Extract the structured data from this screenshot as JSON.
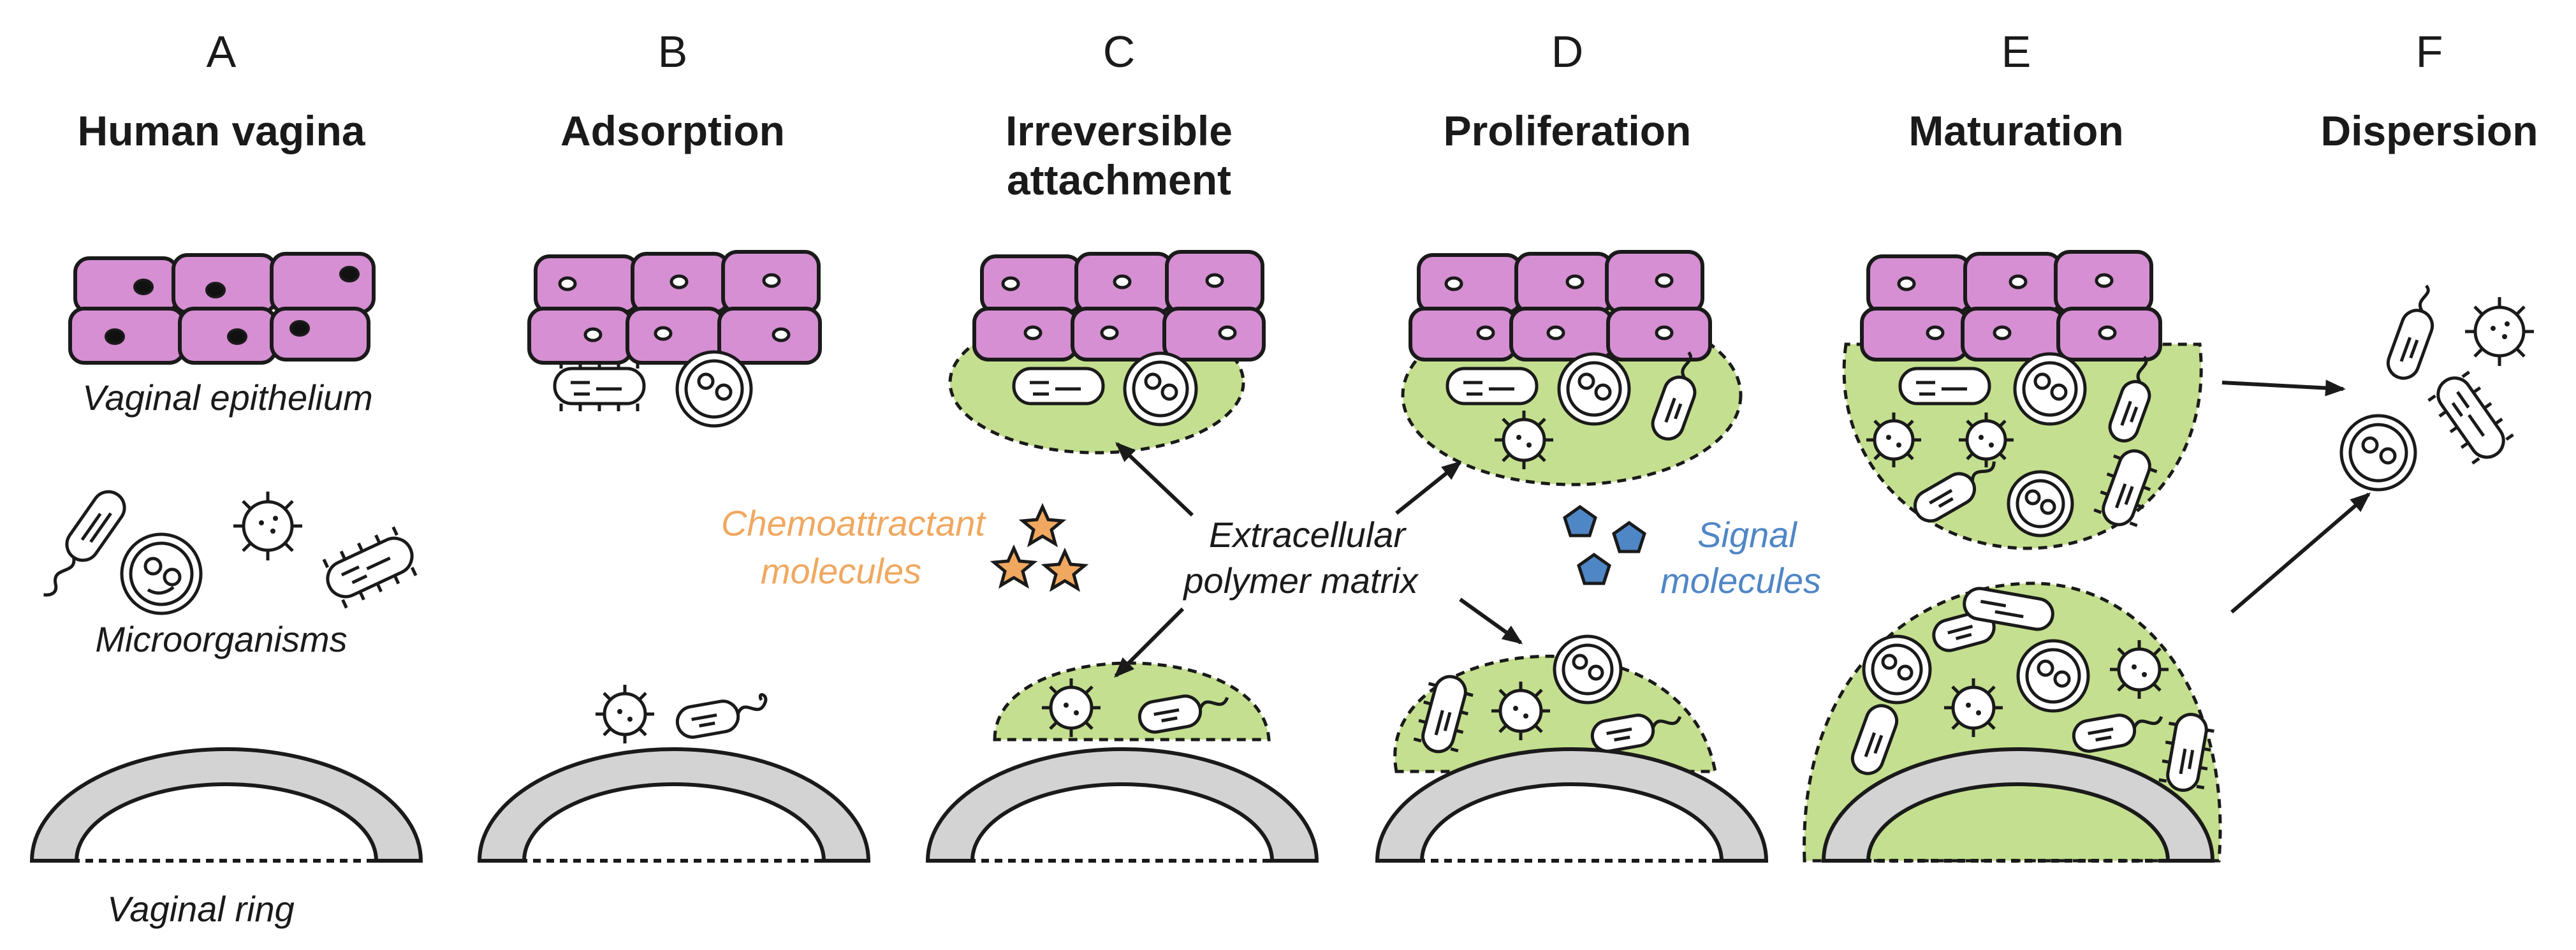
{
  "panels": [
    {
      "letter": "A",
      "title_lines": [
        "Human vagina"
      ]
    },
    {
      "letter": "B",
      "title_lines": [
        "Adsorption"
      ]
    },
    {
      "letter": "C",
      "title_lines": [
        "Irreversible",
        "attachment"
      ]
    },
    {
      "letter": "D",
      "title_lines": [
        "Proliferation"
      ]
    },
    {
      "letter": "E",
      "title_lines": [
        "Maturation"
      ]
    },
    {
      "letter": "F",
      "title_lines": [
        "Dispersion"
      ]
    }
  ],
  "labels": {
    "epithelium": "Vaginal epithelium",
    "microorganisms": "Microorganisms",
    "ring": "Vaginal ring",
    "matrix_lines": [
      "Extracellular",
      "polymer matrix"
    ],
    "chemo_lines": [
      "Chemoattractant",
      "molecules"
    ],
    "signal_lines": [
      "Signal",
      "molecules"
    ]
  },
  "colors": {
    "epithelial_cell": "#d58fd2",
    "matrix": "#c4df8f",
    "ring": "#d3d3d3",
    "chemoattractant": "#f0a860",
    "signal": "#4f86c6"
  }
}
